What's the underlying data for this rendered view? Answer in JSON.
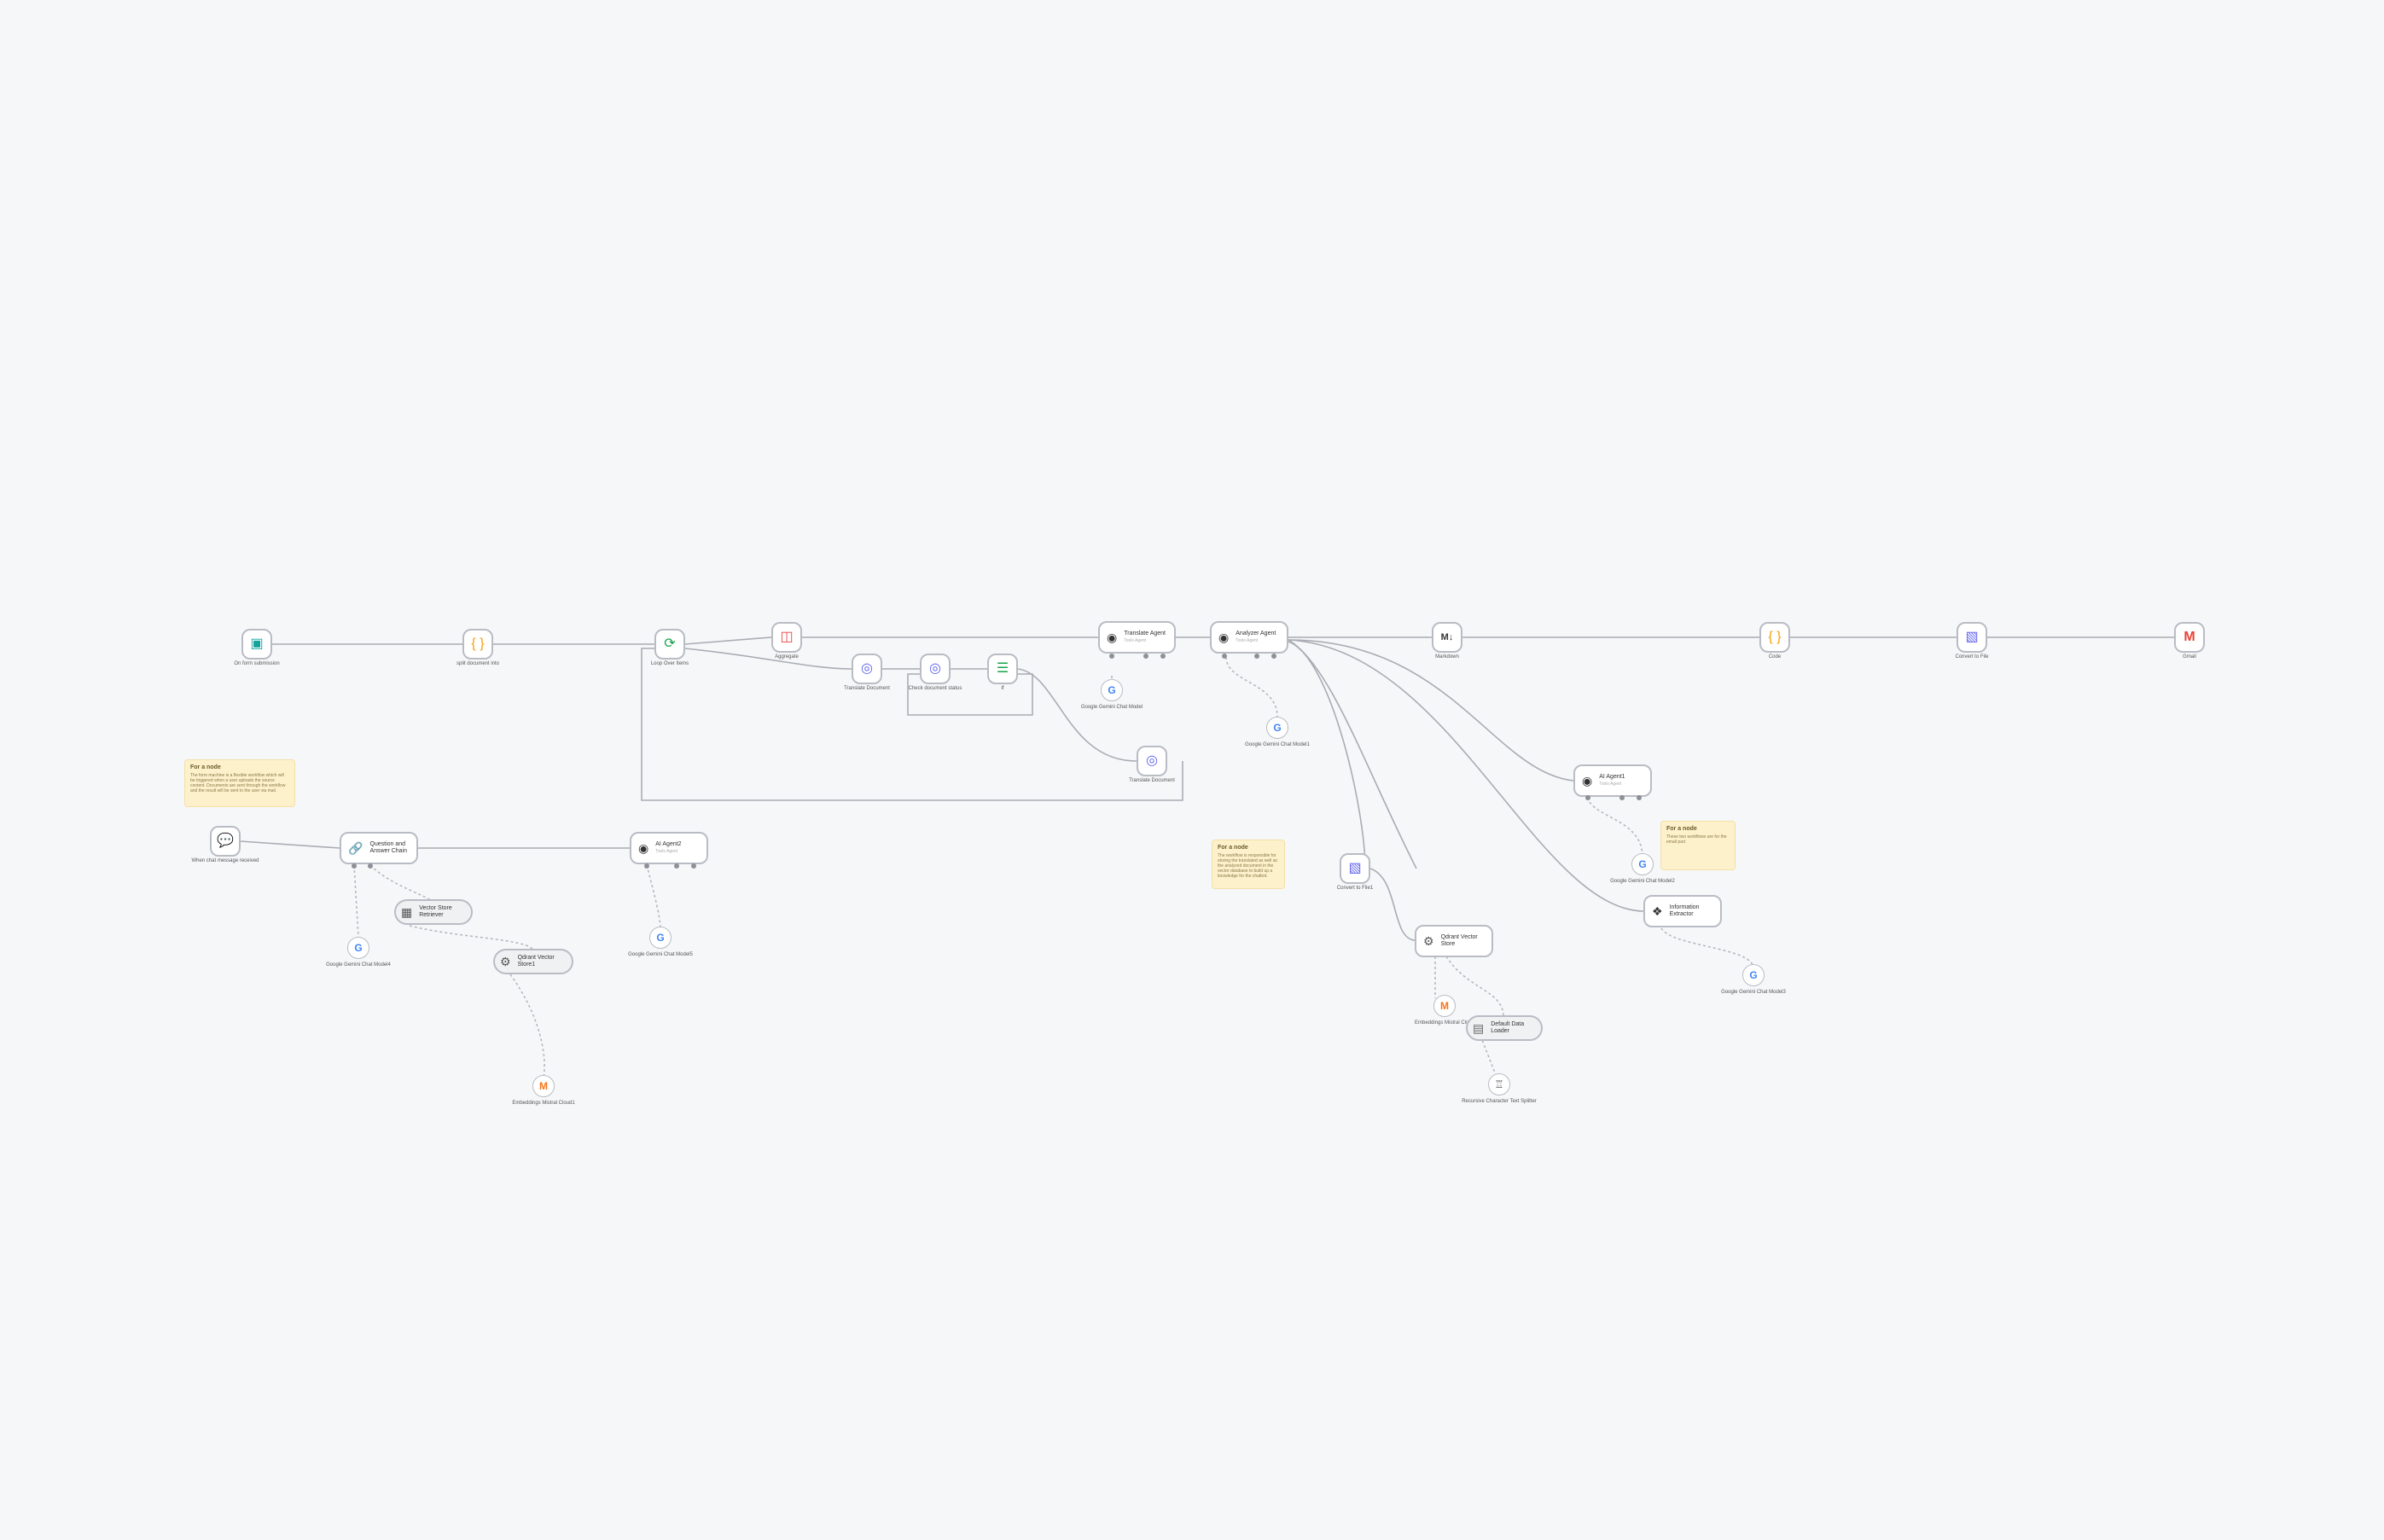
{
  "nodes": {
    "n_form": {
      "label": "On form submission",
      "icon": "form-trigger-icon"
    },
    "n_split": {
      "label": "split document into",
      "icon": "code-braces-icon"
    },
    "n_loop": {
      "label": "Loop Over Items",
      "icon": "loop-icon"
    },
    "n_aggr": {
      "label": "Aggregate",
      "icon": "aggregate-icon"
    },
    "n_trans": {
      "label": "Translate Document",
      "icon": "http-request-icon"
    },
    "n_check": {
      "label": "Check document status",
      "icon": "http-request-icon"
    },
    "n_if": {
      "label": "If",
      "icon": "if-branch-icon"
    },
    "n_transdl": {
      "label": "Translate Document",
      "icon": "http-request-icon"
    },
    "n_tagent": {
      "label": "Translate Agent",
      "sub": "Tools Agent",
      "icon": "robot-icon"
    },
    "n_gem1": {
      "label": "Google Gemini Chat Model",
      "icon": "google-icon"
    },
    "n_aagent": {
      "label": "Analyzer Agent",
      "sub": "Tools Agent",
      "icon": "robot-icon"
    },
    "n_gem2": {
      "label": "Google Gemini Chat Model1",
      "icon": "google-icon"
    },
    "n_md": {
      "label": "Markdown",
      "icon": "markdown-icon"
    },
    "n_code": {
      "label": "Code",
      "icon": "code-braces-icon"
    },
    "n_conv": {
      "label": "Convert to File",
      "icon": "convert-file-icon"
    },
    "n_gmail": {
      "label": "Gmail",
      "icon": "gmail-icon"
    },
    "n_ai1": {
      "label": "AI Agent1",
      "sub": "Tools Agent",
      "icon": "robot-icon"
    },
    "n_gem3": {
      "label": "Google Gemini Chat Model2",
      "icon": "google-icon"
    },
    "n_info": {
      "label": "Information Extractor",
      "icon": "extractor-icon"
    },
    "n_gem4": {
      "label": "Google Gemini Chat Model3",
      "icon": "google-icon"
    },
    "n_conv2": {
      "label": "Convert to File1",
      "icon": "convert-file-icon"
    },
    "n_qstore": {
      "label": "Qdrant Vector Store",
      "icon": "vector-store-icon"
    },
    "n_embed1": {
      "label": "Embeddings Mistral Cloud",
      "icon": "mistral-icon"
    },
    "n_loader": {
      "label": "Default Data Loader",
      "icon": "document-icon"
    },
    "n_splitter": {
      "label": "Recursive Character Text Splitter",
      "icon": "splitter-icon"
    },
    "n_chat": {
      "label": "When chat message received",
      "icon": "chat-icon"
    },
    "n_qa": {
      "label": "Question and Answer Chain",
      "icon": "chain-link-icon"
    },
    "n_ai2": {
      "label": "AI Agent2",
      "sub": "Tools Agent",
      "icon": "robot-icon"
    },
    "n_gem5": {
      "label": "Google Gemini Chat Model4",
      "icon": "google-icon"
    },
    "n_retr": {
      "label": "Vector Store Retriever",
      "icon": "retriever-icon"
    },
    "n_gem6": {
      "label": "Google Gemini Chat Model5",
      "icon": "google-icon"
    },
    "n_qstore2": {
      "label": "Qdrant Vector Store1",
      "icon": "vector-store-icon"
    },
    "n_embed2": {
      "label": "Embeddings Mistral Cloud1",
      "icon": "mistral-icon"
    }
  },
  "notes": {
    "note1": {
      "title": "For a node",
      "body": "The form machine is a flexible workflow which will be triggered when a user uploads the source content. Documents are sent through the workflow and the result will be sent to the user via mail."
    },
    "note2": {
      "title": "For a node",
      "body": "The workflow is responsible for storing the translated as well as the analyzed document in the vector database to build up a knowledge for the chatbot."
    },
    "note3": {
      "title": "For a node",
      "body": "These two workflows are for the email part."
    }
  }
}
